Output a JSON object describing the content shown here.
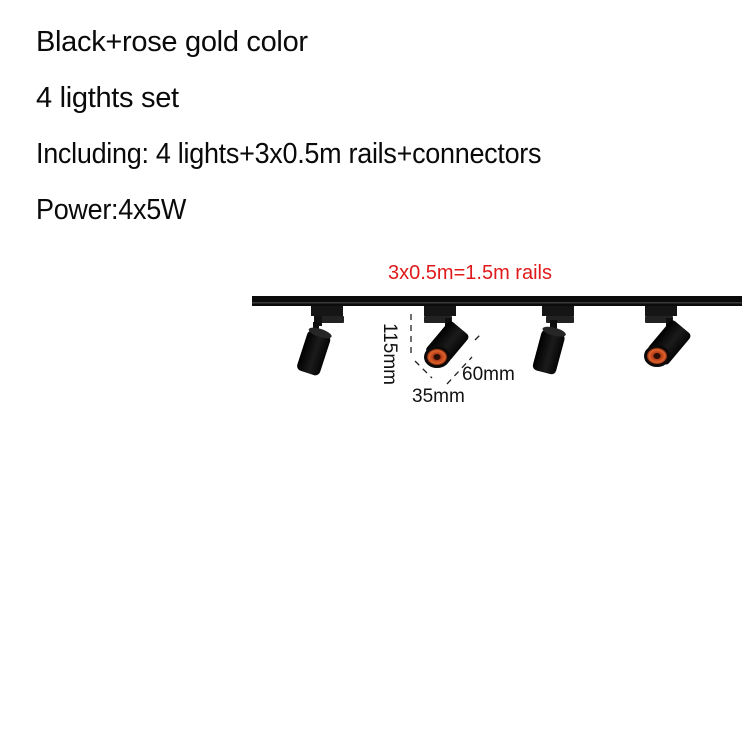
{
  "specs": {
    "color": "Black+rose gold color",
    "set": "4 ligthts set",
    "contents": "Including: 4 lights+3x0.5m rails+connectors",
    "power": "Power:4x5W"
  },
  "diagram": {
    "rail_caption": "3x0.5m=1.5m rails",
    "dimensions": {
      "height": "115mm",
      "length": "60mm",
      "diameter": "35mm"
    },
    "lights": [
      {
        "id": 1,
        "facing": "away",
        "lens_visible": false
      },
      {
        "id": 2,
        "facing": "front",
        "lens_visible": true
      },
      {
        "id": 3,
        "facing": "away",
        "lens_visible": false
      },
      {
        "id": 4,
        "facing": "front",
        "lens_visible": true
      }
    ],
    "colors": {
      "body": "#0d0d0d",
      "lens": "#c8471e",
      "caption": "#e0191b"
    }
  }
}
